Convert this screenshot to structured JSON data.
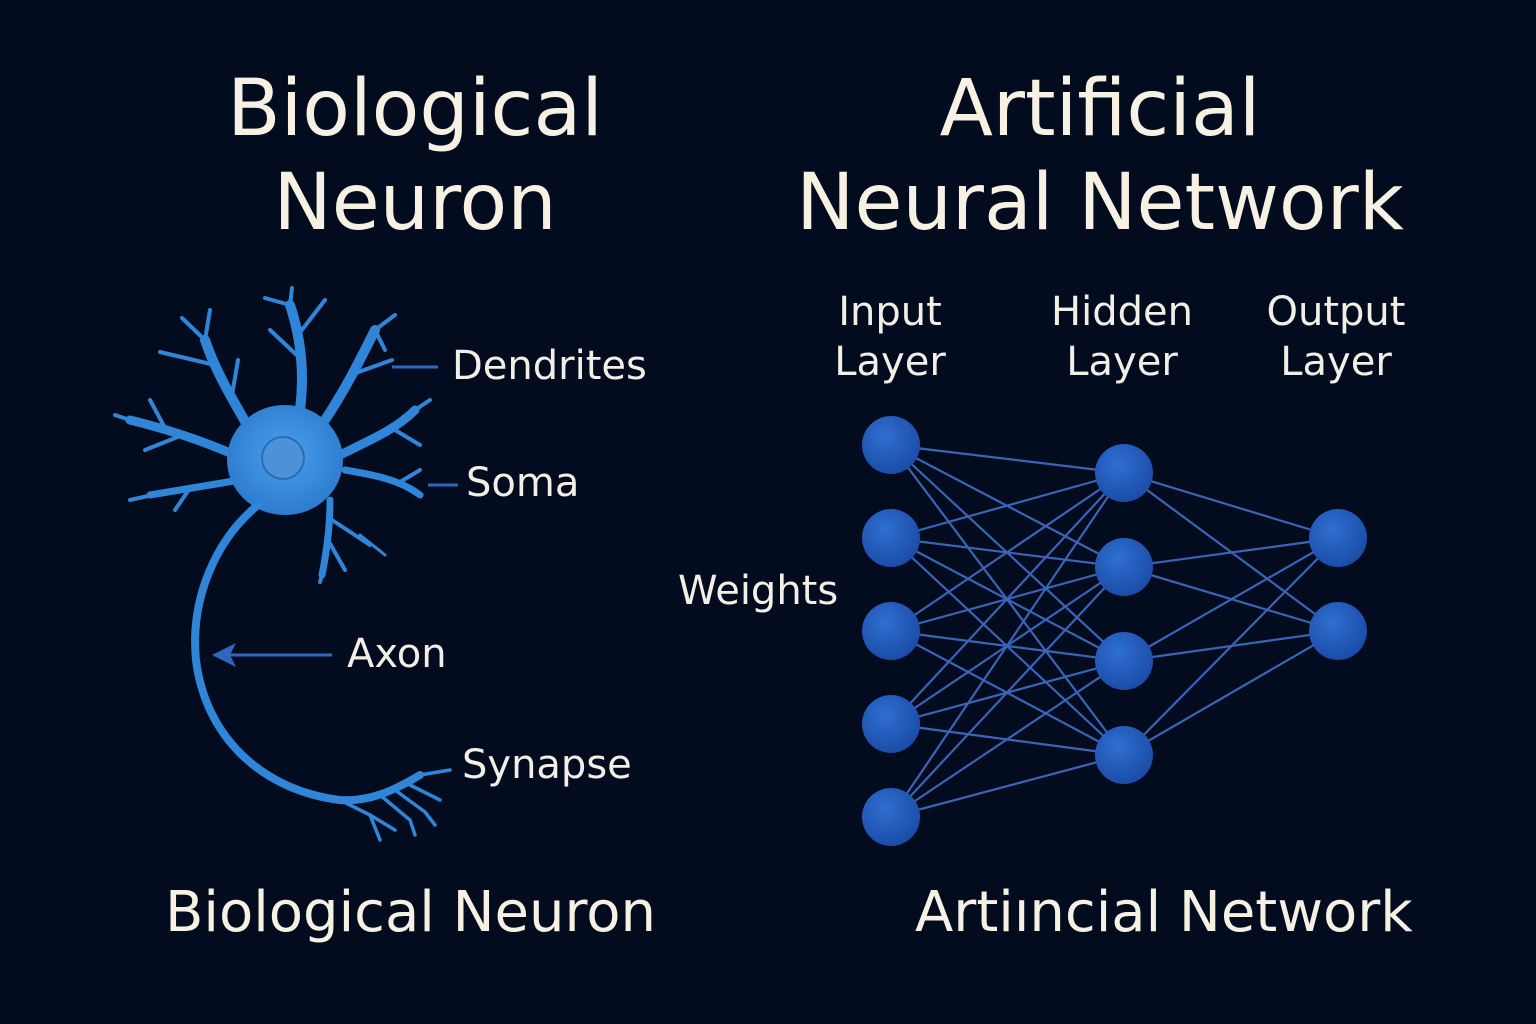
{
  "titles": {
    "biological": [
      "Biological",
      "Neuron"
    ],
    "artificial": [
      "Artificial",
      "Neural Network"
    ]
  },
  "neuron_labels": {
    "dendrites": "Dendrites",
    "soma": "Soma",
    "axon": "Axon",
    "synapse": "Synapse"
  },
  "network": {
    "layers": [
      {
        "label": [
          "Input",
          "Layer"
        ],
        "nodes": 5
      },
      {
        "label": [
          "Hidden",
          "Layer"
        ],
        "nodes": 4
      },
      {
        "label": [
          "Output",
          "Layer"
        ],
        "nodes": 2
      }
    ],
    "weights_label": "Weights"
  },
  "captions": {
    "biological": "Biological Neuron",
    "artificial": "Artiıncial Network"
  },
  "colors": {
    "background": "#030b1e",
    "text": "#f6f1e3",
    "neuron_blue": "#2f86d8",
    "node_blue": "#1e57b8",
    "edge_blue": "#3a64b8"
  }
}
